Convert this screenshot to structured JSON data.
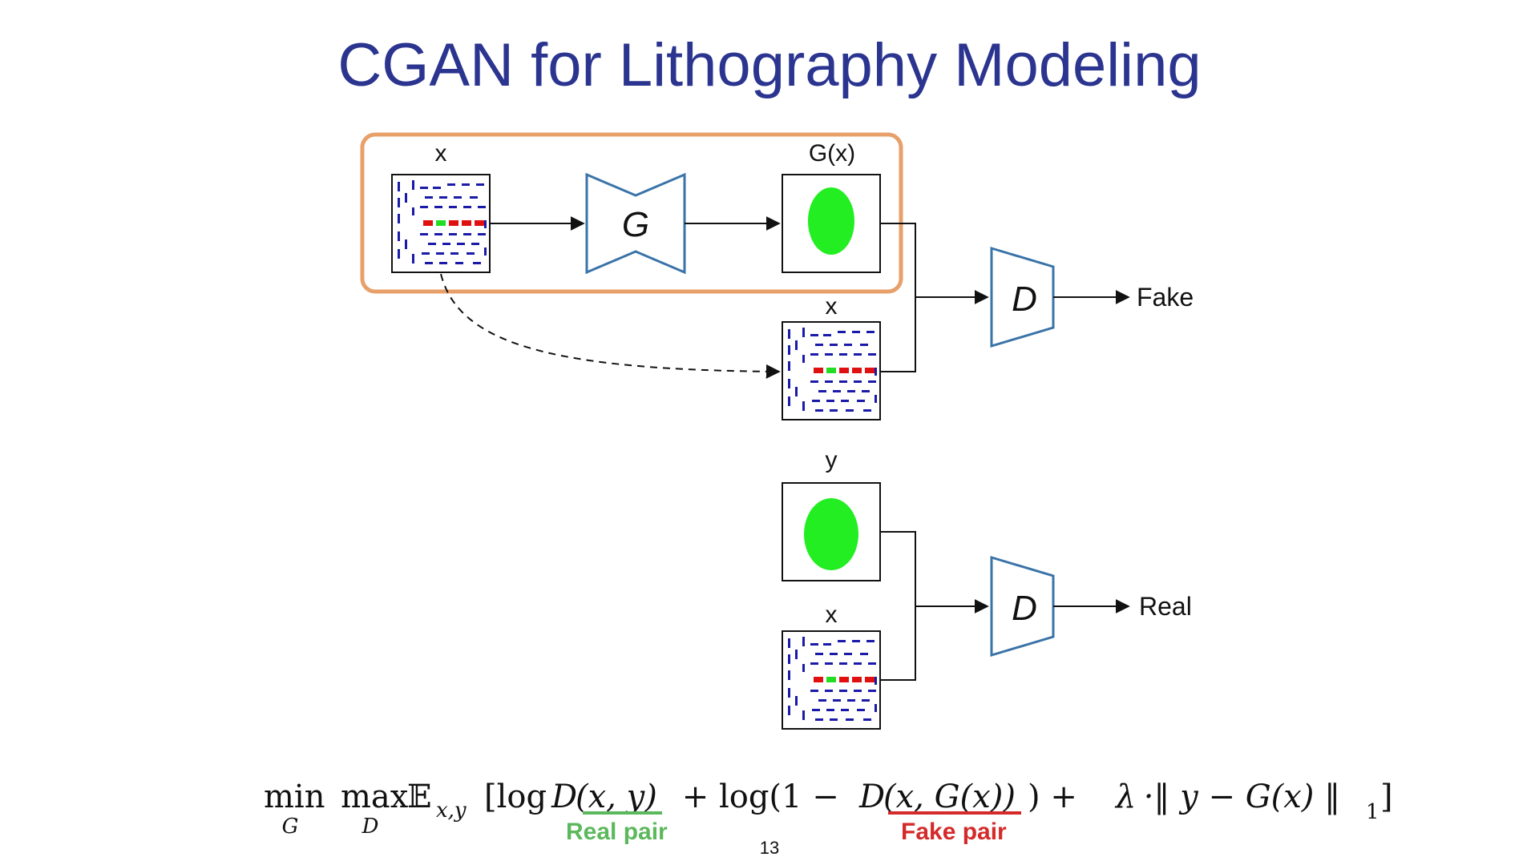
{
  "slide": {
    "title": "CGAN for Lithography Modeling",
    "page_number": "13"
  },
  "diagram": {
    "labels": {
      "input_top": "x",
      "generator_output": "G(x)",
      "generator": "G",
      "condition_fake": "x",
      "discriminator_fake": "D",
      "fake_output": "Fake",
      "target": "y",
      "condition_real": "x",
      "discriminator_real": "D",
      "real_output": "Real"
    }
  },
  "formula": {
    "min_op": "min",
    "min_sub": "G",
    "max_op": "max",
    "max_sub": "D",
    "expectation": "𝔼",
    "expectation_sub": "x,y",
    "body_start": "[log",
    "d1": "D",
    "pair_real": "(x, y)",
    "plus_log": " + log(1 − ",
    "d2": "D",
    "pair_fake": "(x, G(x))",
    "after_fake": ") + ",
    "lambda": "λ",
    "norm_text": " ·‖ y − G(x) ‖",
    "norm_sub": "1",
    "closing": "]",
    "real_pair_label": "Real pair",
    "fake_pair_label": "Fake pair"
  },
  "colors": {
    "title": "#2b3590",
    "highlight_box": "#e8a06a",
    "block_stroke": "#3a73a8",
    "mask_dash": "#1a1aa8",
    "mask_red": "#e01010",
    "mask_green": "#22dd22",
    "blob": "#22ee22",
    "real_pair": "#5cb85c",
    "fake_pair": "#d42a2a"
  },
  "icons": {
    "mask_pattern": "layout-mask-icon",
    "aerial_image": "resist-contour-icon"
  }
}
